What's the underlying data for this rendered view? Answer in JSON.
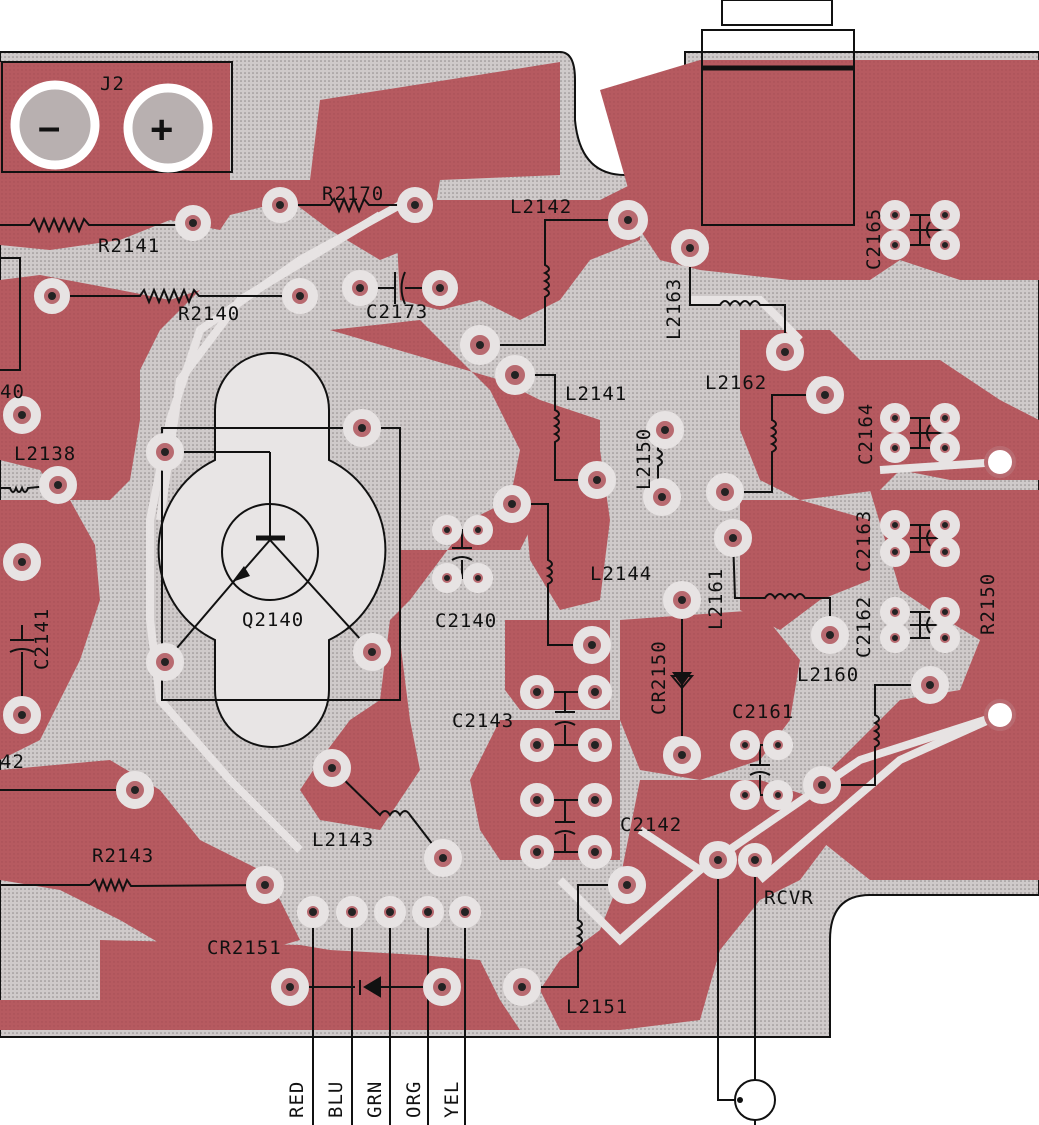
{
  "board": {
    "copper_color": "#b55a5f",
    "substrate_color": "#c8c4c4",
    "outline_color": "#111111"
  },
  "connector": {
    "name": "J2",
    "minus": "–",
    "plus": "+"
  },
  "labels": {
    "R2170": "R2170",
    "R2141": "R2141",
    "R2140": "R2140",
    "C2173": "C2173",
    "L2142": "L2142",
    "L2163": "L2163",
    "C2165": "C2165",
    "L2141": "L2141",
    "L2162": "L2162",
    "C2164": "C2164",
    "L2150": "L2150",
    "L2138": "L2138",
    "L2140_partial": "40",
    "C2141": "C2141",
    "Q2140": "Q2140",
    "C2140": "C2140",
    "L2144": "L2144",
    "L2161": "L2161",
    "C2163": "C2163",
    "C2162": "C2162",
    "R2150": "R2150",
    "L2160": "L2160",
    "CR2150": "CR2150",
    "C2143": "C2143",
    "C2161": "C2161",
    "R2142_partial": "42",
    "R2143": "R2143",
    "L2143": "L2143",
    "C2142": "C2142",
    "RCVR": "RCVR",
    "CR2151": "CR2151",
    "L2151": "L2151"
  },
  "wires": [
    "RED",
    "BLU",
    "GRN",
    "ORG",
    "YEL"
  ]
}
